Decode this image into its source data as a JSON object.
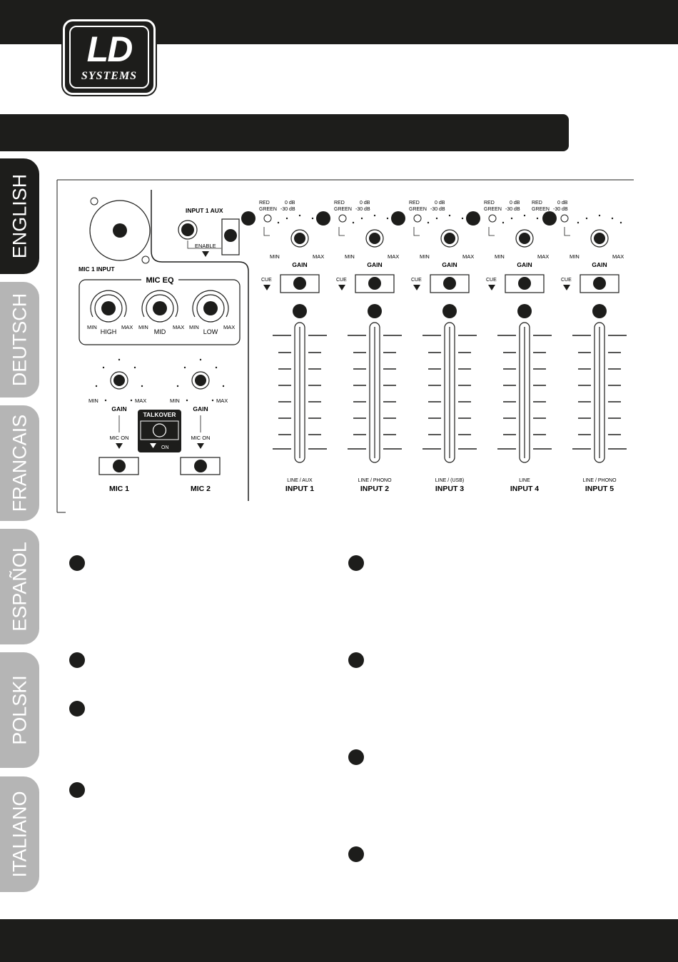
{
  "brand": {
    "logo_main": "LD",
    "logo_sub": "SYSTEMS"
  },
  "language_tabs": [
    {
      "label": "ENGLISH",
      "active": true
    },
    {
      "label": "DEUTSCH",
      "active": false
    },
    {
      "label": "FRANCAIS",
      "active": false
    },
    {
      "label": "ESPAÑOL",
      "active": false
    },
    {
      "label": "POLSKI",
      "active": false
    },
    {
      "label": "ITALIANO",
      "active": false
    }
  ],
  "panel": {
    "mic1_input": "MIC 1 INPUT",
    "input1_aux": "INPUT 1 AUX",
    "enable": "ENABLE",
    "mic_eq": "MIC EQ",
    "eq_bands": [
      "HIGH",
      "MID",
      "LOW"
    ],
    "min": "MIN",
    "max": "MAX",
    "gain": "GAIN",
    "cue": "CUE",
    "red": "RED",
    "green": "GREEN",
    "zero_db": "0 dB",
    "minus30_db": "-30 dB",
    "mic_on": "MIC ON",
    "talkover": "TALKOVER",
    "on": "ON",
    "mic_channels": [
      "MIC 1",
      "MIC 2"
    ],
    "channels": [
      {
        "name": "INPUT 1",
        "source": "LINE / AUX"
      },
      {
        "name": "INPUT 2",
        "source": "LINE / PHONO"
      },
      {
        "name": "INPUT 3",
        "source": "LINE / (USB)"
      },
      {
        "name": "INPUT 4",
        "source": "LINE"
      },
      {
        "name": "INPUT 5",
        "source": "LINE / PHONO"
      }
    ]
  }
}
